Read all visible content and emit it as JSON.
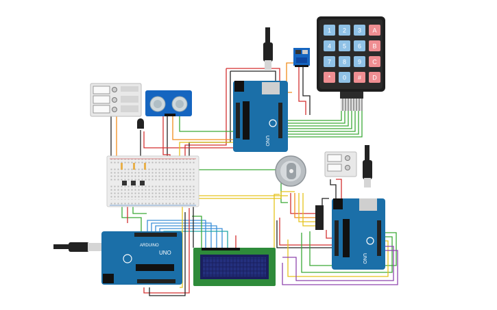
{
  "keypad": {
    "rows": [
      [
        "1",
        "2",
        "3",
        "A"
      ],
      [
        "4",
        "5",
        "6",
        "B"
      ],
      [
        "7",
        "8",
        "9",
        "C"
      ],
      [
        "*",
        "0",
        "#",
        "D"
      ]
    ]
  },
  "boards": {
    "logo_text": "ARDUINO",
    "model_text": "UNO"
  },
  "colors": {
    "board": "#1b6fa8",
    "wire_red": "#d32f2f",
    "wire_black": "#222222",
    "wire_green": "#3aa935",
    "wire_yellow": "#e5c21a",
    "wire_orange": "#f08c1a",
    "wire_purple": "#8e44ad",
    "wire_blue": "#3a8fd8",
    "wire_teal": "#1fa6a6",
    "key_blue": "#8fc1e6",
    "key_red": "#ef8e92"
  }
}
